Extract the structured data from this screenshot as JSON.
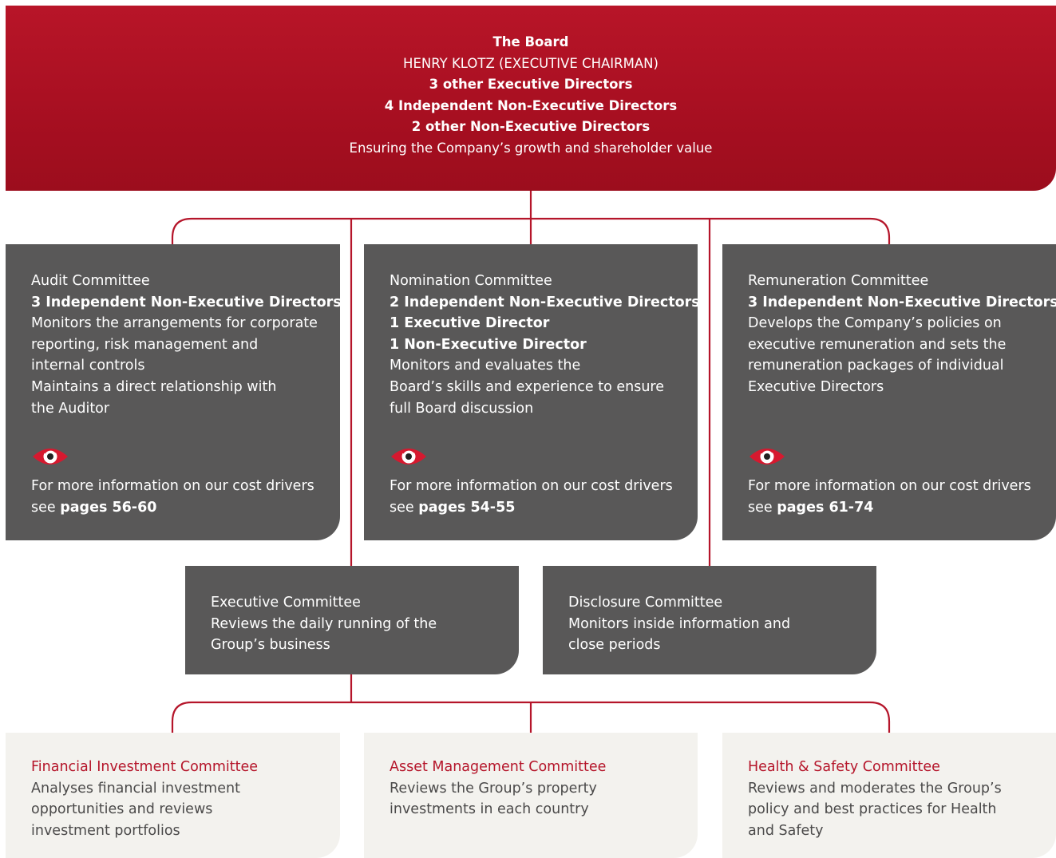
{
  "board": {
    "title": "The Board",
    "chairman": "HENRY KLOTZ (EXECUTIVE CHAIRMAN)",
    "line3": "3 other Executive Directors",
    "line4": "4 Independent Non-Executive Directors",
    "line5": "2 other Non-Executive Directors",
    "purpose": "Ensuring the Company’s growth and shareholder value"
  },
  "committees": {
    "audit": {
      "title": "Audit Committee",
      "members": [
        "3 Independent Non-Executive Directors"
      ],
      "description": [
        "Monitors the arrangements for corporate",
        "reporting, risk management and",
        "internal controls",
        "Maintains a direct relationship with",
        "the Auditor"
      ],
      "more_line1": "For more information on our cost drivers",
      "more_see": "see ",
      "more_pages": "pages 56-60",
      "icon": "eye-icon"
    },
    "nomination": {
      "title": "Nomination Committee",
      "members": [
        "2 Independent Non-Executive Directors",
        "1 Executive Director",
        "1 Non-Executive Director"
      ],
      "description": [
        "Monitors and evaluates the",
        "Board’s skills and experience to ensure",
        "full Board discussion"
      ],
      "more_line1": "For more information on our cost drivers",
      "more_see": "see ",
      "more_pages": "pages 54-55",
      "icon": "eye-icon"
    },
    "remuneration": {
      "title": "Remuneration Committee",
      "members": [
        "3 Independent Non-Executive Directors"
      ],
      "description": [
        "Develops the Company’s policies on",
        "executive remuneration and sets the",
        "remuneration packages of individual",
        "Executive Directors"
      ],
      "more_line1": "For more information on our cost drivers",
      "more_see": "see ",
      "more_pages": "pages 61-74",
      "icon": "eye-icon"
    },
    "executive": {
      "title": "Executive Committee",
      "description": [
        "Reviews the daily running of the",
        "Group’s business"
      ]
    },
    "disclosure": {
      "title": "Disclosure Committee",
      "description": [
        "Monitors inside information and",
        "close periods"
      ]
    },
    "financial": {
      "title": "Financial Investment Committee",
      "description": [
        "Analyses financial investment",
        "opportunities and reviews",
        "investment portfolios"
      ]
    },
    "asset": {
      "title": "Asset Management Committee",
      "description": [
        "Reviews the Group’s property",
        "investments in each country"
      ]
    },
    "health": {
      "title": "Health & Safety Committee",
      "description": [
        "Reviews and moderates the Group’s",
        "policy and best practices for Health",
        "and Safety"
      ]
    }
  },
  "colors": {
    "board_red": "#b3132a",
    "connector_red": "#b5152a",
    "dark_box": "#595858",
    "light_box": "#f3f2ee",
    "light_title": "#b5152a"
  }
}
